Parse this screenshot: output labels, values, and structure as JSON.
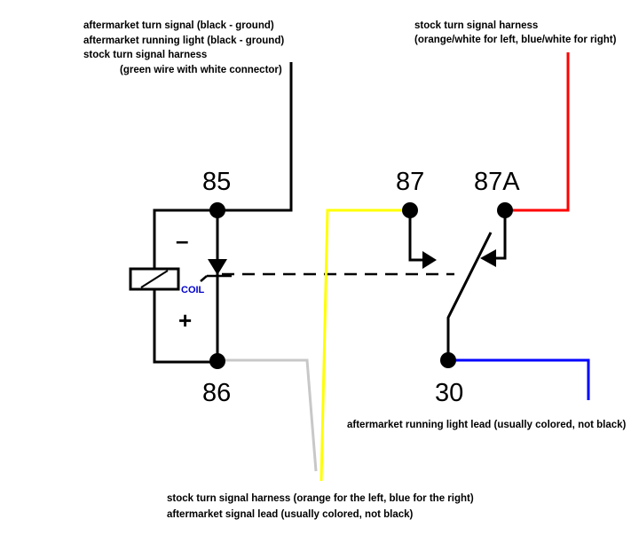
{
  "colors": {
    "wire_black": "#000000",
    "wire_red": "#ff0000",
    "wire_yellow": "#ffff00",
    "wire_gray": "#c8c8c8",
    "wire_blue": "#0000ff",
    "coil_label": "#0000cc"
  },
  "labels": {
    "top_left_1": "aftermarket turn signal (black - ground)",
    "top_left_2": "aftermarket running light (black - ground)",
    "top_left_3": "stock turn signal harness",
    "top_left_4": "(green wire with white connector)",
    "top_right_1": "stock turn signal harness",
    "top_right_2": "(orange/white for left, blue/white for right)",
    "right_mid": "aftermarket running light lead (usually colored, not black)",
    "bottom_1": "stock turn signal harness (orange for the left, blue for the right)",
    "bottom_2": "aftermarket signal lead (usually colored, not black)"
  },
  "pins": {
    "p85": "85",
    "p86": "86",
    "p87": "87",
    "p87a": "87A",
    "p30": "30"
  },
  "coil": {
    "label": "COIL",
    "minus": "–",
    "plus": "+"
  }
}
